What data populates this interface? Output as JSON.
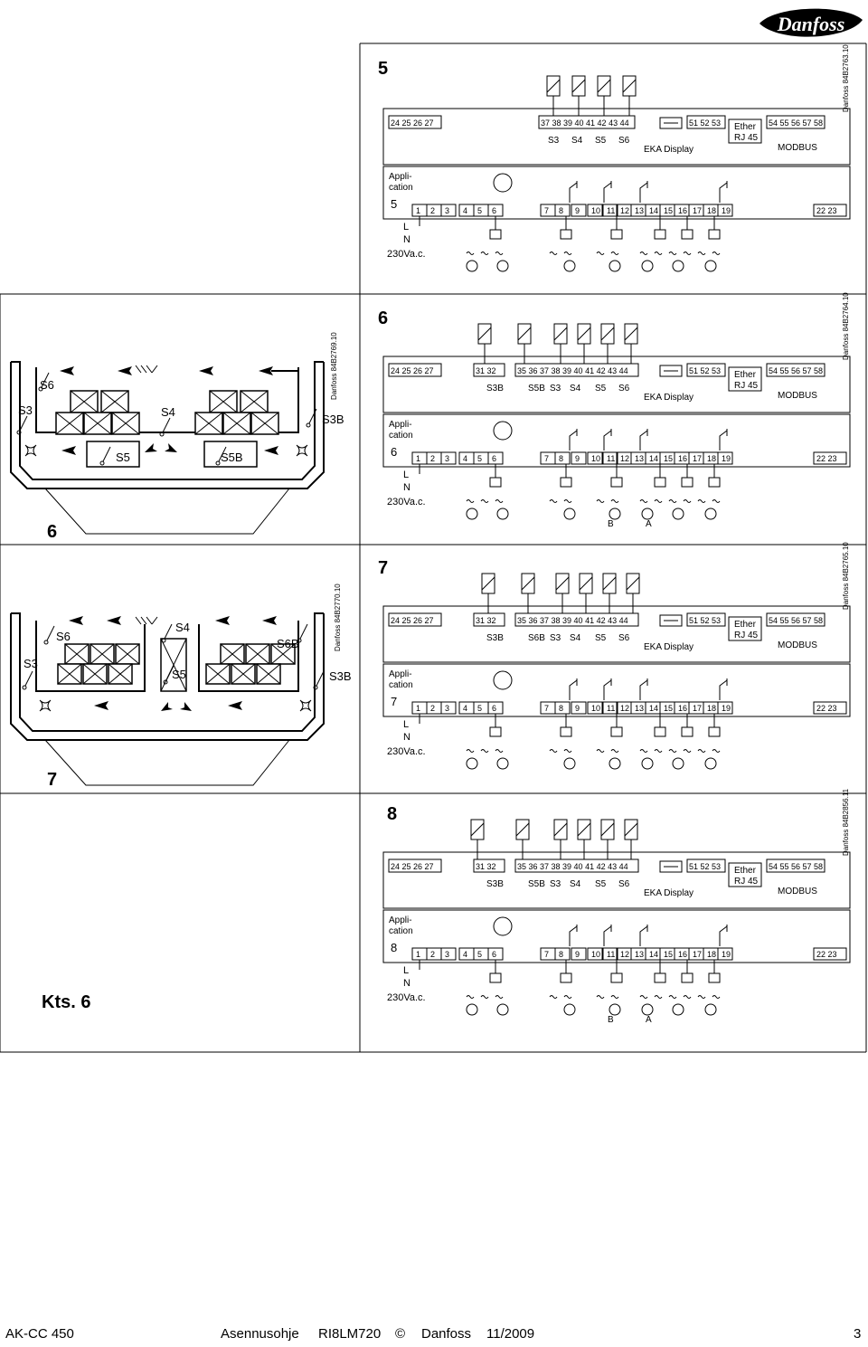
{
  "brand": {
    "logo_text": "Danfoss",
    "accent": "#000000"
  },
  "footer": {
    "product": "AK-CC 450",
    "doc": "Asennusohje",
    "code": "RI8LM720",
    "copyright": "©",
    "company": "Danfoss",
    "date": "11/2009",
    "page": "3"
  },
  "common": {
    "app_label_1": "Appli-",
    "app_label_2": "cation",
    "L": "L",
    "N": "N",
    "supply": "230Va.c.",
    "eka": "EKA Display",
    "ether_1": "Ether",
    "ether_2": "RJ 45",
    "modbus": "MODBUS",
    "t_2427": "24 25 26 27",
    "t_3132": "31 32",
    "t_3544": "35 36 37 38 39 40  41 42 43 44",
    "t_3744": "37 38 39 40  41 42 43 44",
    "t_5153": "51 52 53",
    "t_5458": "54 55 56 57 58",
    "t_2223": "22 23",
    "s3b": "S3B",
    "s5b": "S5B",
    "s6b": "S6B",
    "s3": "S3",
    "s4": "S4",
    "s5": "S5",
    "s6": "S6",
    "A": "A",
    "B": "B",
    "bottom_terms": [
      "1",
      "2",
      "3",
      "4",
      "5",
      "6",
      "7",
      "8",
      "9",
      "10",
      "11",
      "12",
      "13",
      "14",
      "15",
      "16",
      "17",
      "18",
      "19"
    ]
  },
  "panels": [
    {
      "number": "5",
      "app_number": "5",
      "drawing_code": "Danfoss 84B2763.10"
    },
    {
      "number": "6",
      "app_number": "6",
      "drawing_code": "Danfoss 84B2764.10"
    },
    {
      "number": "7",
      "app_number": "7",
      "drawing_code": "Danfoss 84B2765.10"
    },
    {
      "number": "8",
      "app_number": "8",
      "drawing_code": "Danfoss 84B2856.11"
    }
  ],
  "cabinets": [
    {
      "number": "6",
      "drawing_code": "Danfoss 84B2769.10",
      "labels": {
        "s6": "S6",
        "s3": "S3",
        "s4": "S4",
        "s3b": "S3B",
        "s5": "S5",
        "s5b": "S5B"
      }
    },
    {
      "number": "7",
      "drawing_code": "Danfoss 84B2770.10",
      "labels": {
        "s6": "S6",
        "s4": "S4",
        "s6b": "S6B",
        "s3": "S3",
        "s5": "S5",
        "s3b": "S3B"
      }
    }
  ],
  "left_note": "Kts. 6"
}
